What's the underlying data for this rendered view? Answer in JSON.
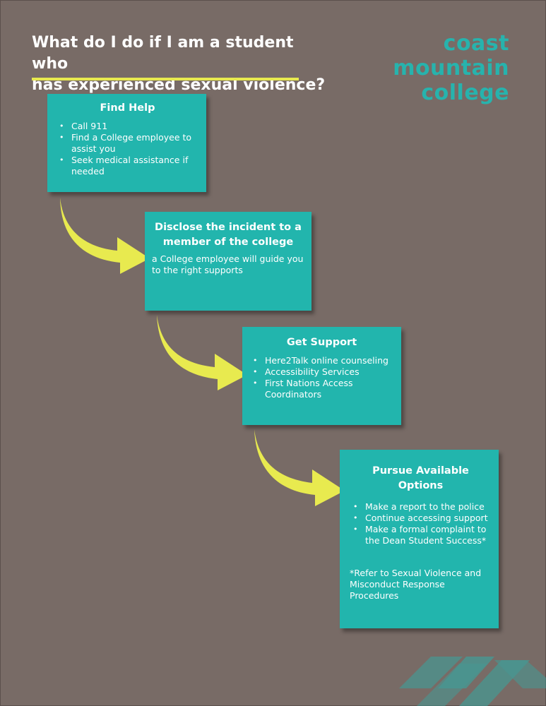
{
  "title": {
    "line1": "What do I do if I am a student who",
    "line2": "has experienced sexual violence?"
  },
  "logo": {
    "line1": "coast",
    "line2": "mountain",
    "line3": "college"
  },
  "steps": [
    {
      "heading": "Find Help",
      "items": [
        "Call 911",
        "Find a College employee to assist you",
        "Seek medical assistance if needed"
      ]
    },
    {
      "heading": "Disclose the incident to a member of the college",
      "text": "a College employee will guide you to the right supports"
    },
    {
      "heading": "Get Support",
      "items": [
        "Here2Talk online counseling",
        "Accessibility Services",
        "First Nations Access Coordinators"
      ]
    },
    {
      "heading": "Pursue Available Options",
      "items": [
        "Make a report to the police",
        "Continue accessing support",
        "Make a formal complaint to the Dean Student Success*"
      ],
      "note": "*Refer to Sexual Violence and Misconduct Response Procedures"
    }
  ],
  "colors": {
    "background": "#786b66",
    "box": "#22b5ad",
    "arrow": "#e8ea4f",
    "logo": "#27b3ad"
  }
}
